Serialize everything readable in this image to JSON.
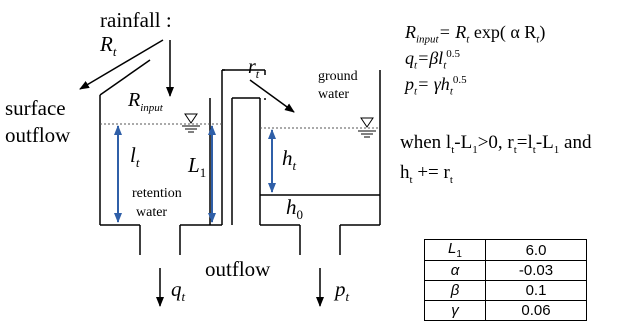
{
  "labels": {
    "rainfall": "rainfall :",
    "R_t": "R",
    "R_t_sub": "t",
    "surface_outflow_1": "surface",
    "surface_outflow_2": "outflow",
    "R_input": "R",
    "R_input_sub": "input",
    "r_t": "r",
    "r_t_sub": "t",
    "ground_water_1": "ground",
    "ground_water_2": "water",
    "l_t": "l",
    "l_t_sub": "t",
    "L_1": "L",
    "L_1_sub": "1",
    "h_t": "h",
    "h_t_sub": "t",
    "h_0": "h",
    "h_0_sub": "0",
    "retention_water_1": "retention",
    "retention_water_2": "water",
    "outflow": "outflow",
    "q_t": "q",
    "q_t_sub": "t",
    "p_t": "p",
    "p_t_sub": "t"
  },
  "equations": {
    "eq1": {
      "lhs": "R",
      "lhs_sub": "input",
      "rhs_a": "= R",
      "rhs_a_sub": "t",
      "rhs_b": " exp( α R",
      "rhs_b_sub": "t",
      "rhs_c": ")"
    },
    "eq2": {
      "lhs": "q",
      "lhs_sub": "t",
      "rhs_a": "=βl",
      "rhs_a_sub": "t",
      "rhs_a_sup": "0.5"
    },
    "eq3": {
      "lhs": "p",
      "lhs_sub": "t",
      "rhs_a": "= γh",
      "rhs_a_sub": "t",
      "rhs_a_sup": "0.5"
    },
    "cond_line1": "when l",
    "cond_line1_b": "t",
    "cond_line1_c": "-L",
    "cond_line1_d": "1",
    "cond_line1_e": ">0, r",
    "cond_line1_f": "t",
    "cond_line1_g": "=l",
    "cond_line1_h": "t",
    "cond_line1_i": "-L",
    "cond_line1_j": "1",
    "cond_line1_k": " and",
    "cond_line2_a": "h",
    "cond_line2_b": "t",
    "cond_line2_c": " += r",
    "cond_line2_d": "t"
  },
  "params": [
    {
      "symbol": "L",
      "symbol_sub": "1",
      "value": "6.0"
    },
    {
      "symbol": "α",
      "symbol_sub": "",
      "value": "-0.03"
    },
    {
      "symbol": "β",
      "symbol_sub": "",
      "value": "0.1"
    },
    {
      "symbol": "γ",
      "symbol_sub": "",
      "value": "0.06"
    }
  ],
  "colors": {
    "line": "#000000",
    "water_level": "#555555",
    "dimension_arrow": "#2f5fa8"
  }
}
